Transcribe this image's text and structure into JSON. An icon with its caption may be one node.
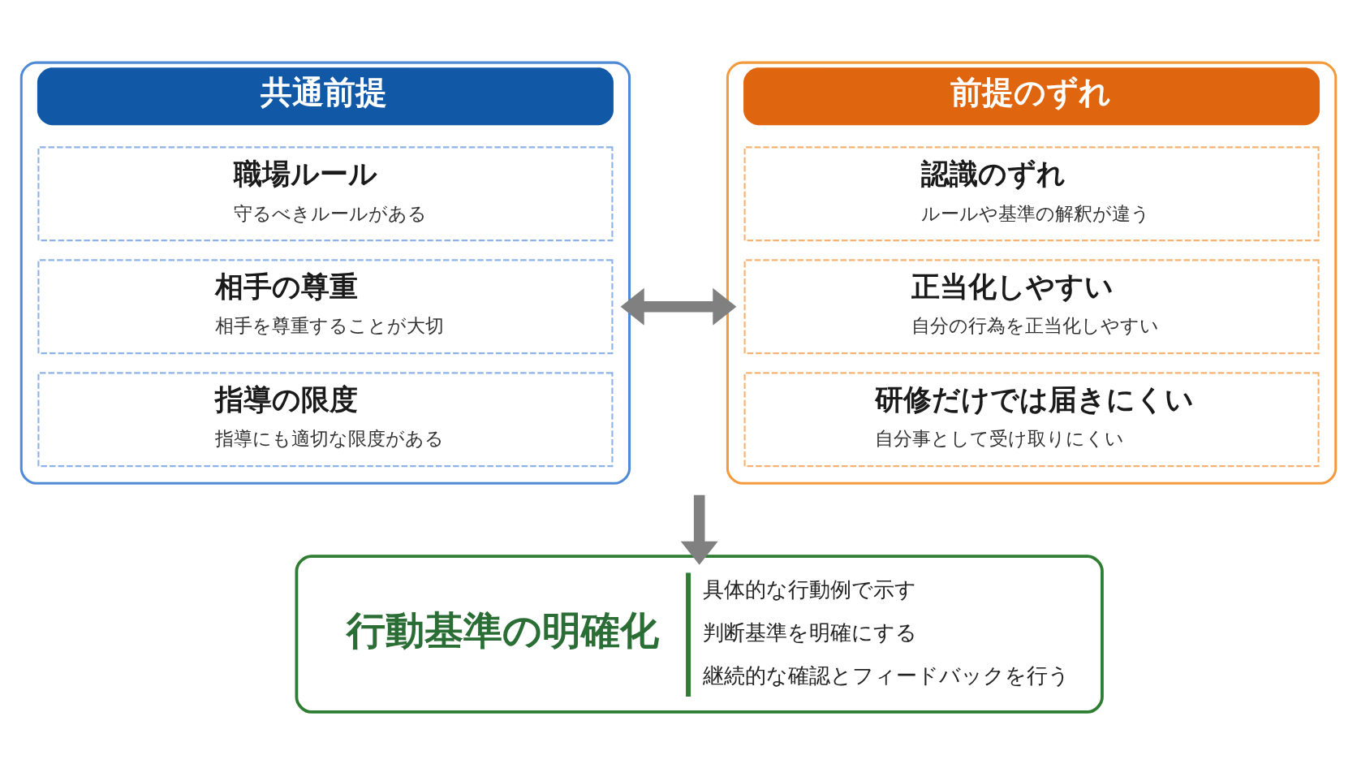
{
  "diagram": {
    "nodes": [
      {
        "text": [
          "共通前提"
        ]
      },
      {
        "text": [
          "職場ルール",
          "守るべきルールがある"
        ],
        "in": 0
      },
      {
        "text": [
          "相手の尊重",
          "相手を尊重することが大切"
        ],
        "in": 0
      },
      {
        "text": [
          "指導の限度",
          "指導にも適切な限度がある"
        ],
        "in": 0
      },
      {
        "text": [
          "前提のずれ"
        ]
      },
      {
        "text": [
          "認識のずれ",
          "ルールや基準の解釈が違う"
        ],
        "in": 4
      },
      {
        "text": [
          "正当化しやすい",
          "自分の行為を正当化しやすい"
        ],
        "in": 4
      },
      {
        "text": [
          "研修だけでは届きにくい",
          "自分事として受け取りにくい"
        ],
        "in": 4
      },
      {
        "text": [
          "行動基準の明確化",
          "具体的な行動例で示す",
          "判断基準を明確にする",
          "継続的な確認とフィードバックを行う"
        ]
      }
    ],
    "edges": [
      {
        "from": 0,
        "to": 4,
        "arrow": "both"
      },
      {
        "from": null,
        "to": 8,
        "arrow": "to"
      }
    ]
  }
}
